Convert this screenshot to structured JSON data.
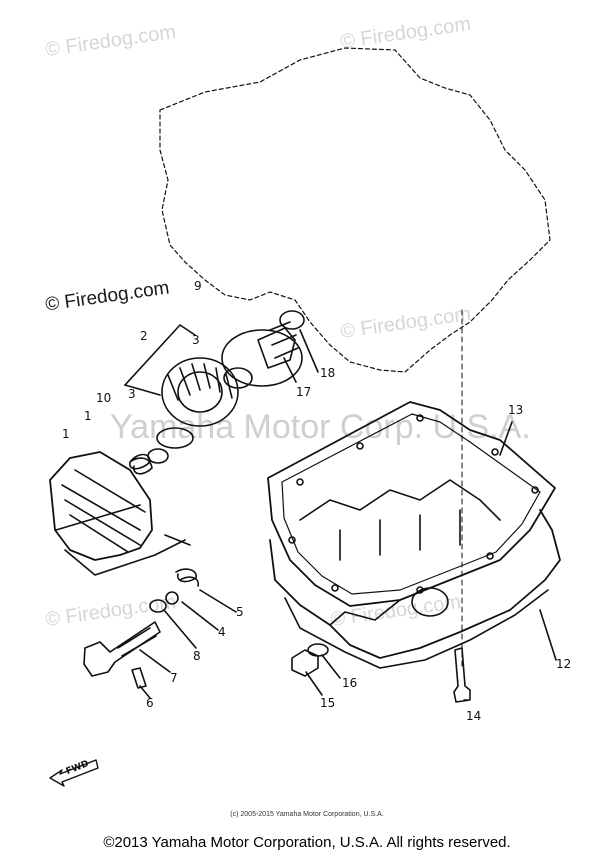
{
  "watermarks": {
    "site": "© Firedog.com",
    "maker": "Yamaha Motor Corp. U.S.A."
  },
  "callouts": [
    {
      "id": "c1",
      "text": "1"
    },
    {
      "id": "c1b",
      "text": "1"
    },
    {
      "id": "c2",
      "text": "2"
    },
    {
      "id": "c3a",
      "text": "3"
    },
    {
      "id": "c3b",
      "text": "3"
    },
    {
      "id": "c4",
      "text": "4"
    },
    {
      "id": "c5",
      "text": "5"
    },
    {
      "id": "c6",
      "text": "6"
    },
    {
      "id": "c7",
      "text": "7"
    },
    {
      "id": "c8",
      "text": "8"
    },
    {
      "id": "c9",
      "text": "9"
    },
    {
      "id": "c10",
      "text": "10"
    },
    {
      "id": "c12",
      "text": "12"
    },
    {
      "id": "c13",
      "text": "13"
    },
    {
      "id": "c14",
      "text": "14"
    },
    {
      "id": "c15",
      "text": "15"
    },
    {
      "id": "c16",
      "text": "16"
    },
    {
      "id": "c17",
      "text": "17"
    },
    {
      "id": "c18",
      "text": "18"
    }
  ],
  "fwd_label": "FWD",
  "small_copyright": "(c) 2005-2015 Yamaha Motor Corporation, U.S.A.",
  "footer_copyright": "©2013 Yamaha Motor Corporation, U.S.A. All rights reserved."
}
